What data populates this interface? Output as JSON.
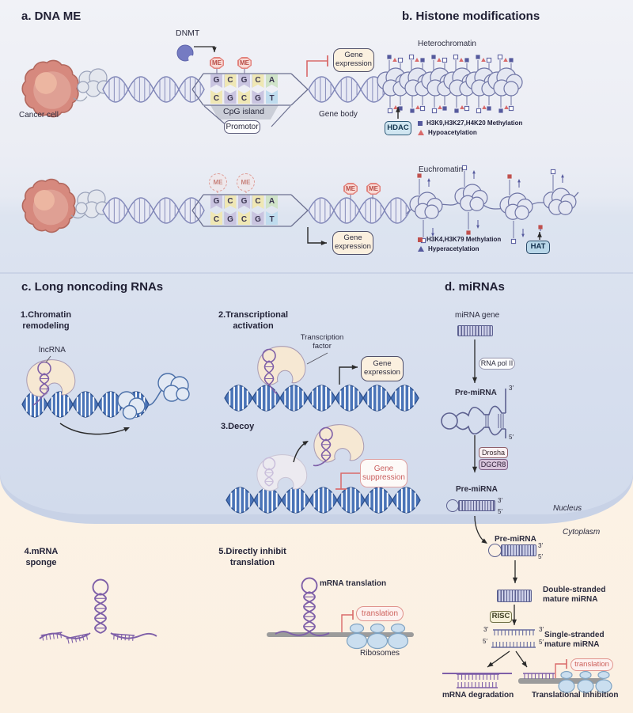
{
  "panel_a": {
    "title": "a. DNA ME",
    "cancer_cell": "Cancer cell",
    "dnmt": "DNMT",
    "me": "ME",
    "bases_top": [
      "G",
      "C",
      "G",
      "C",
      "A"
    ],
    "bases_bottom": [
      "C",
      "G",
      "C",
      "G",
      "T"
    ],
    "cpg_island": "CpG island",
    "promotor": "Promotor",
    "gene_body": "Gene body",
    "gene_expression": "Gene expression"
  },
  "panel_b": {
    "title": "b. Histone modifications",
    "heterochromatin": "Heterochromatin",
    "euchromatin": "Euchromatin",
    "hdac": "HDAC",
    "hat": "HAT",
    "gene_expression": "Gene expression",
    "legend_hetero": [
      {
        "marker": "methylation-square",
        "color": "#55599d",
        "label": "H3K9,H3K27,H4K20 Methylation"
      },
      {
        "marker": "acetylation-triangle",
        "color": "#d96a6a",
        "label": "Hypoacetylation"
      }
    ],
    "legend_eu": [
      {
        "marker": "methylation-square",
        "color": "#c0504d",
        "label": "H3K4,H3K79 Methylation"
      },
      {
        "marker": "acetylation-triangle",
        "color": "#55599d",
        "label": "Hyperacetylation"
      }
    ]
  },
  "panel_c": {
    "title": "c. Long noncoding RNAs",
    "item1": "1.Chromatin\nremodeling",
    "lncrna": "lncRNA",
    "item2": "2.Transcriptional\nactivation",
    "transcription_factor": "Transcription\nfactor",
    "gene_expression": "Gene expression",
    "item3": "3.Decoy",
    "gene_suppression": "Gene suppression",
    "item4": "4.mRNA\nsponge",
    "item5": "5.Directly inhibit\ntranslation",
    "mrna_translation": "mRNA translation",
    "translation": "translation",
    "ribosomes": "Ribosomes"
  },
  "panel_d": {
    "title": "d. miRNAs",
    "mirna_gene": "miRNA gene",
    "rna_pol": "RNA pol II",
    "pre_mirna": "Pre-miRNA",
    "drosha": "Drosha",
    "dgcr8": "DGCR8",
    "nucleus": "Nucleus",
    "cytoplasm": "Cytoplasm",
    "three_prime": "3′",
    "five_prime": "5′",
    "ds_mature": "Double-stranded\nmature miRNA",
    "risc": "RISC",
    "ss_mature": "Single-stranded\nmature miRNA",
    "translation": "translation",
    "mrna_degradation": "mRNA degradation",
    "translational_inhibition": "Translational inhibition"
  },
  "colors": {
    "inhibition_red": "#d96a6a",
    "methylation_blue": "#55599d",
    "methylation_red": "#c0504d",
    "dna_lavender": "#8187b8",
    "dna_blue": "#4a74b8",
    "rna_purple": "#7e5fa8",
    "me_badge_fill": "#f9dbd6",
    "me_badge_border": "#e2837d",
    "hdac_fill": "#d0e6f1",
    "hat_fill": "#b9d7e9",
    "risc_fill": "#f6f1d8",
    "dgcr8_fill": "#d8c4db",
    "ribosome_fill": "#cadeef",
    "nucleus_bg": "#dde4f0",
    "cytoplasm_bg": "#fdf4e9"
  }
}
